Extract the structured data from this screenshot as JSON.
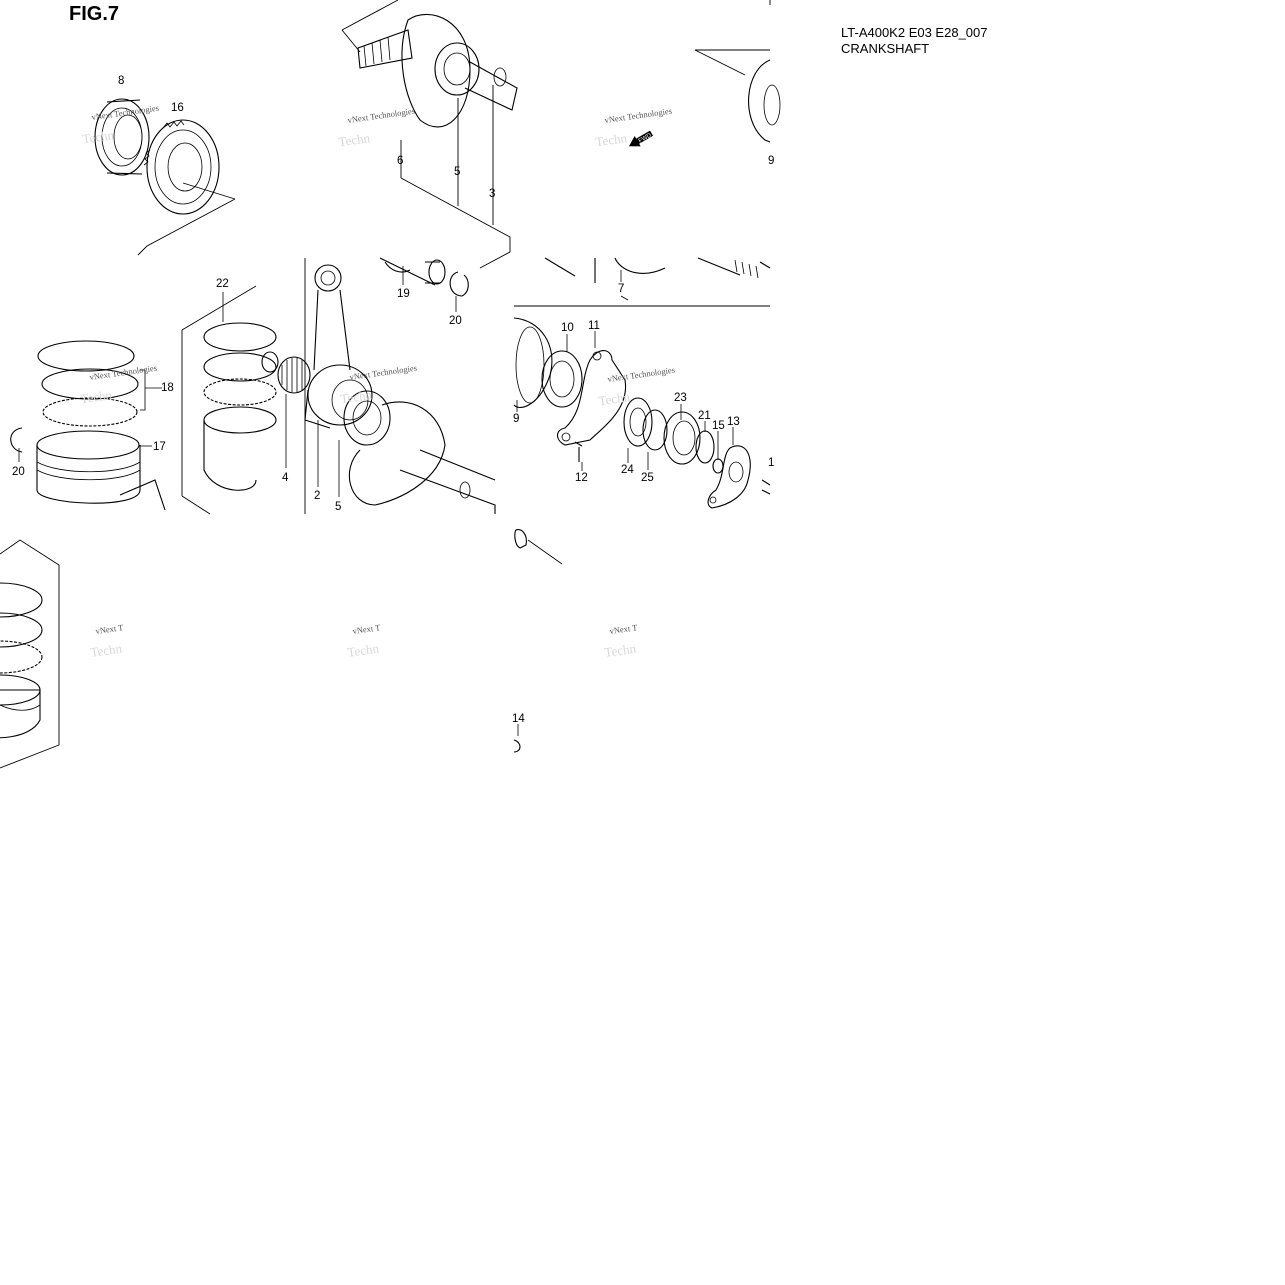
{
  "figure": {
    "title": "FIG.7",
    "model_code": "LT-A400K2 E03 E28_007",
    "section_name": "CRANKSHAFT"
  },
  "callouts": [
    {
      "id": "8",
      "label": "8"
    },
    {
      "id": "16",
      "label": "16"
    },
    {
      "id": "6",
      "label": "6"
    },
    {
      "id": "5a",
      "label": "5"
    },
    {
      "id": "3",
      "label": "3"
    },
    {
      "id": "22",
      "label": "22"
    },
    {
      "id": "19",
      "label": "19"
    },
    {
      "id": "20a",
      "label": "20"
    },
    {
      "id": "7",
      "label": "7"
    },
    {
      "id": "18",
      "label": "18"
    },
    {
      "id": "17",
      "label": "17"
    },
    {
      "id": "20b",
      "label": "20"
    },
    {
      "id": "4",
      "label": "4"
    },
    {
      "id": "2",
      "label": "2"
    },
    {
      "id": "5b",
      "label": "5"
    },
    {
      "id": "10",
      "label": "10"
    },
    {
      "id": "11",
      "label": "11"
    },
    {
      "id": "9a",
      "label": "9"
    },
    {
      "id": "23",
      "label": "23"
    },
    {
      "id": "21",
      "label": "21"
    },
    {
      "id": "15",
      "label": "15"
    },
    {
      "id": "13",
      "label": "13"
    },
    {
      "id": "12",
      "label": "12"
    },
    {
      "id": "24",
      "label": "24"
    },
    {
      "id": "25",
      "label": "25"
    },
    {
      "id": "14",
      "label": "14"
    },
    {
      "id": "9b",
      "label": "9"
    },
    {
      "id": "1",
      "label": "1"
    }
  ],
  "watermark": {
    "text": "vNext Technologies",
    "short_text": "vNext T",
    "faint_text": "Techn"
  },
  "fwd_arrow": {
    "label": "FWD"
  }
}
